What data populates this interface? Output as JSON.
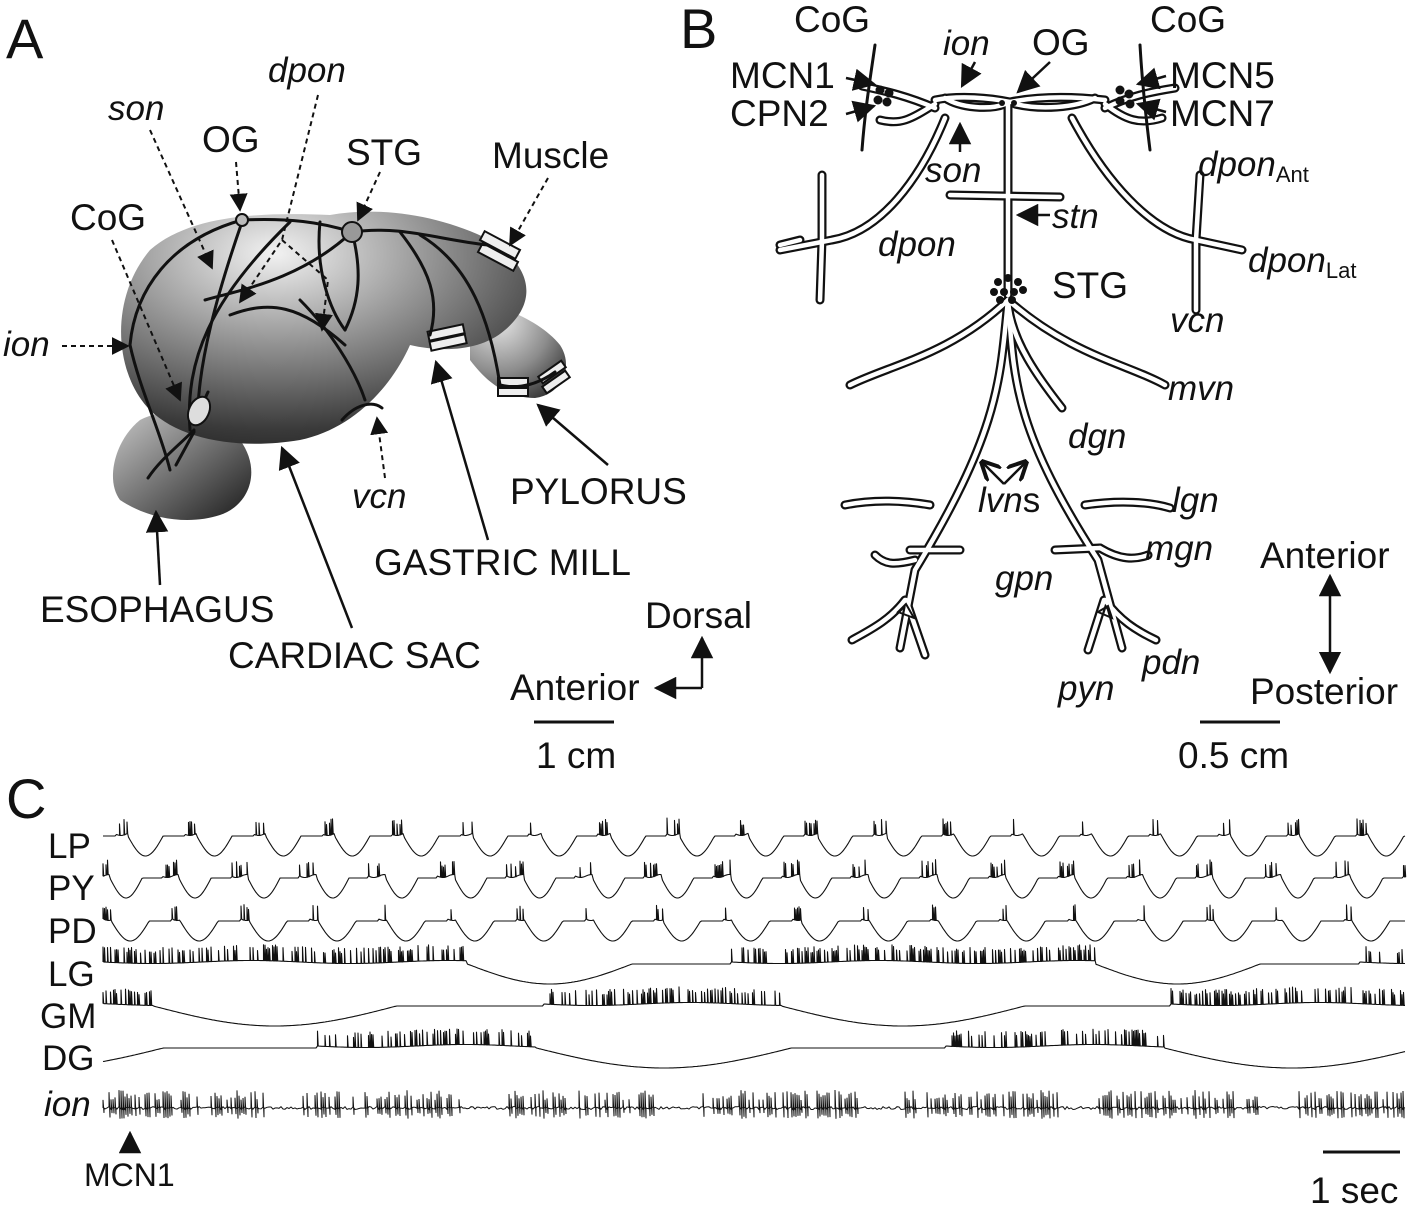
{
  "panel_a": {
    "letter": "A",
    "labels": {
      "son": "son",
      "dpon": "dpon",
      "og": "OG",
      "stg": "STG",
      "muscle": "Muscle",
      "cog": "CoG",
      "ion": "ion",
      "vcn": "vcn",
      "pylorus": "PYLORUS",
      "gastric_mill": "GASTRIC MILL",
      "esophagus": "ESOPHAGUS",
      "cardiac_sac": "CARDIAC SAC"
    },
    "orientation": {
      "vertical": "Dorsal",
      "horizontal": "Anterior"
    },
    "scale_bar": "1 cm"
  },
  "panel_b": {
    "letter": "B",
    "labels": {
      "cog_left": "CoG",
      "cog_right": "CoG",
      "ion": "ion",
      "og": "OG",
      "mcn1": "MCN1",
      "cpn2": "CPN2",
      "mcn5": "MCN5",
      "mcn7": "MCN7",
      "son": "son",
      "stn": "stn",
      "dpon": "dpon",
      "dpon_ant_main": "dpon",
      "dpon_ant_sub": "Ant",
      "dpon_lat_main": "dpon",
      "dpon_lat_sub": "Lat",
      "vcn": "vcn",
      "stg": "STG",
      "mvn": "mvn",
      "dgn": "dgn",
      "lvn_main": "lvn",
      "lvn_suffix": "s",
      "lgn": "lgn",
      "mgn": "mgn",
      "gpn": "gpn",
      "pdn": "pdn",
      "pyn": "pyn"
    },
    "orientation": {
      "top": "Anterior",
      "bottom": "Posterior"
    },
    "scale_bar": "0.5 cm"
  },
  "panel_c": {
    "letter": "C",
    "traces": [
      {
        "name": "LP",
        "cycle_s": 0.9,
        "burst_frac": 0.18,
        "phase": 0.82
      },
      {
        "name": "PY",
        "cycle_s": 0.9,
        "burst_frac": 0.25,
        "phase": 0.15
      },
      {
        "name": "PD",
        "cycle_s": 0.9,
        "burst_frac": 0.12,
        "phase": 0.0
      },
      {
        "name": "LG",
        "cycle_s": 8.2,
        "burst_frac": 0.58,
        "phase": 0.0
      },
      {
        "name": "GM",
        "cycle_s": 8.2,
        "burst_frac": 0.38,
        "phase": 0.3
      },
      {
        "name": "DG",
        "cycle_s": 8.2,
        "burst_frac": 0.35,
        "phase": 0.66
      }
    ],
    "ion_label": "ion",
    "marker_label": "MCN1",
    "scale_bar": "1 sec"
  }
}
